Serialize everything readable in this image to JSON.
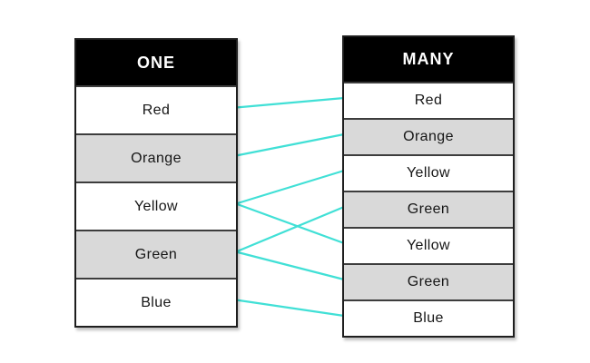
{
  "left_table": {
    "title": "ONE",
    "rows": [
      {
        "label": "Red",
        "shaded": false
      },
      {
        "label": "Orange",
        "shaded": true
      },
      {
        "label": "Yellow",
        "shaded": false
      },
      {
        "label": "Green",
        "shaded": true
      },
      {
        "label": "Blue",
        "shaded": false
      }
    ]
  },
  "right_table": {
    "title": "MANY",
    "rows": [
      {
        "label": "Red",
        "shaded": false
      },
      {
        "label": "Orange",
        "shaded": true
      },
      {
        "label": "Yellow",
        "shaded": false
      },
      {
        "label": "Green",
        "shaded": true
      },
      {
        "label": "Yellow",
        "shaded": false
      },
      {
        "label": "Green",
        "shaded": true
      },
      {
        "label": "Blue",
        "shaded": false
      }
    ]
  },
  "connections": [
    {
      "from_row": 0,
      "to_row": 0,
      "from_label": "Red",
      "to_label": "Red"
    },
    {
      "from_row": 1,
      "to_row": 1,
      "from_label": "Orange",
      "to_label": "Orange"
    },
    {
      "from_row": 2,
      "to_row": 2,
      "from_label": "Yellow",
      "to_label": "Yellow"
    },
    {
      "from_row": 2,
      "to_row": 4,
      "from_label": "Yellow",
      "to_label": "Yellow"
    },
    {
      "from_row": 3,
      "to_row": 3,
      "from_label": "Green",
      "to_label": "Green"
    },
    {
      "from_row": 3,
      "to_row": 5,
      "from_label": "Green",
      "to_label": "Green"
    },
    {
      "from_row": 4,
      "to_row": 6,
      "from_label": "Blue",
      "to_label": "Blue"
    }
  ],
  "colors": {
    "connector": "#41e0d6",
    "header_bg": "#000000",
    "header_text": "#ffffff",
    "row_bg": "#ffffff",
    "row_shaded_bg": "#d9d9d9"
  }
}
